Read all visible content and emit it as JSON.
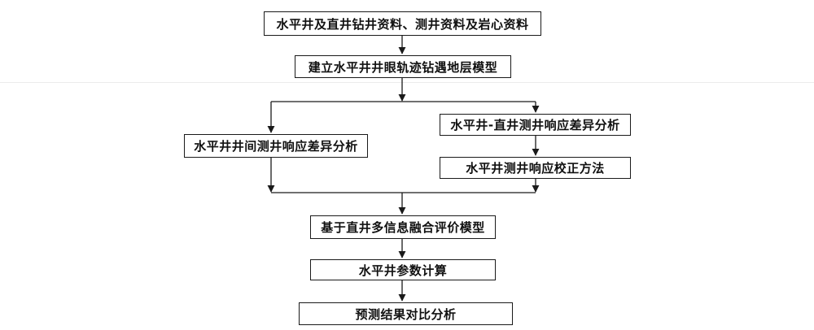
{
  "flowchart": {
    "nodes": {
      "data_sources": "水平井及直井钻井资料、测井资料及岩心资料",
      "strata_model": "建立水平井井眼轨迹钻遇地层模型",
      "inter_hw_analysis": "水平井井间测井响应差异分析",
      "hw_vw_analysis": "水平井-直井测井响应差异分析",
      "correction_method": "水平井测井响应校正方法",
      "fusion_model": "基于直井多信息融合评价模型",
      "param_calc": "水平井参数计算",
      "comparison": "预测结果对比分析"
    },
    "colors": {
      "line": "#1a1a1a",
      "border": "#1a1a1a",
      "background": "#ffffff"
    }
  }
}
